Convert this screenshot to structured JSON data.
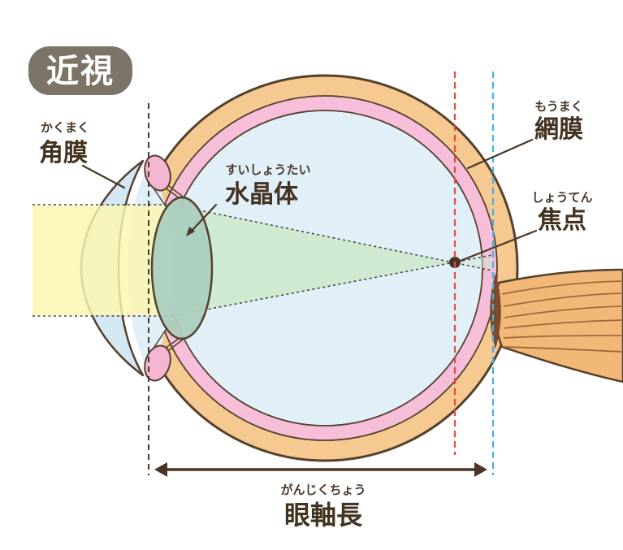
{
  "title_badge": {
    "label": "近視"
  },
  "labels": {
    "cornea": {
      "ruby": "かくまく",
      "main": "角膜"
    },
    "lens": {
      "ruby": "すいしょうたい",
      "main": "水晶体"
    },
    "retina": {
      "ruby": "もうまく",
      "main": "網膜"
    },
    "focus": {
      "ruby": "しょうてん",
      "main": "焦点"
    },
    "axial_length": {
      "ruby": "がんじくちょう",
      "main": "眼軸長"
    }
  },
  "colors": {
    "badge_bg": "#7d7468",
    "badge_text": "#ffffff",
    "outline": "#54402c",
    "label_text": "#42321f",
    "sclera": "#f6c991",
    "choroid_pink": "#f6bed9",
    "vitreous_blue": "#e1eff8",
    "cornea_blue": "#cfe6f2",
    "lens_green": "#abcfbe",
    "ciliary_pink": "#f5b6d3",
    "beam_yellow": "#fbf7ae",
    "cone_green": "#cde9cb",
    "focus_line_red": "#e8483f",
    "retina_line_blue": "#45b0e2",
    "nerve_orange": "#f2b878",
    "nerve_dark": "#7b4b2c",
    "focal_dot": "#46342a"
  }
}
